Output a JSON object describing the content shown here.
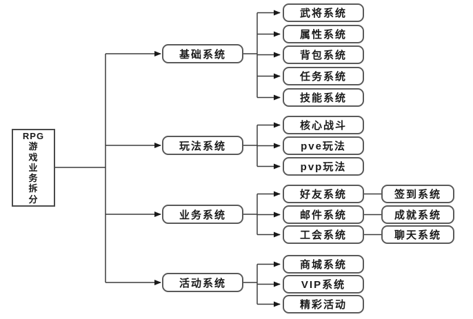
{
  "diagram": {
    "root": {
      "label": "RPG\n游\n戏\n业\n务\n拆\n分"
    },
    "branches": [
      {
        "label": "基础系统",
        "children": [
          {
            "label": "武将系统"
          },
          {
            "label": "属性系统"
          },
          {
            "label": "背包系统"
          },
          {
            "label": "任务系统"
          },
          {
            "label": "技能系统"
          }
        ]
      },
      {
        "label": "玩法系统",
        "children": [
          {
            "label": "核心战斗"
          },
          {
            "label": "pve玩法"
          },
          {
            "label": "pvp玩法"
          }
        ]
      },
      {
        "label": "业务系统",
        "children": [
          {
            "label": "好友系统",
            "children": [
              {
                "label": "签到系统"
              }
            ]
          },
          {
            "label": "邮件系统",
            "children": [
              {
                "label": "成就系统"
              }
            ]
          },
          {
            "label": "工会系统",
            "children": [
              {
                "label": "聊天系统"
              }
            ]
          }
        ]
      },
      {
        "label": "活动系统",
        "children": [
          {
            "label": "商城系统"
          },
          {
            "label": "VIP系统"
          },
          {
            "label": "精彩活动"
          }
        ]
      }
    ],
    "colors": {
      "background": "#ffffff",
      "box_border": "#595959",
      "line": "#3a3a3a",
      "arrowhead": "#1a1a1a",
      "text": "#1a1a1a"
    }
  }
}
